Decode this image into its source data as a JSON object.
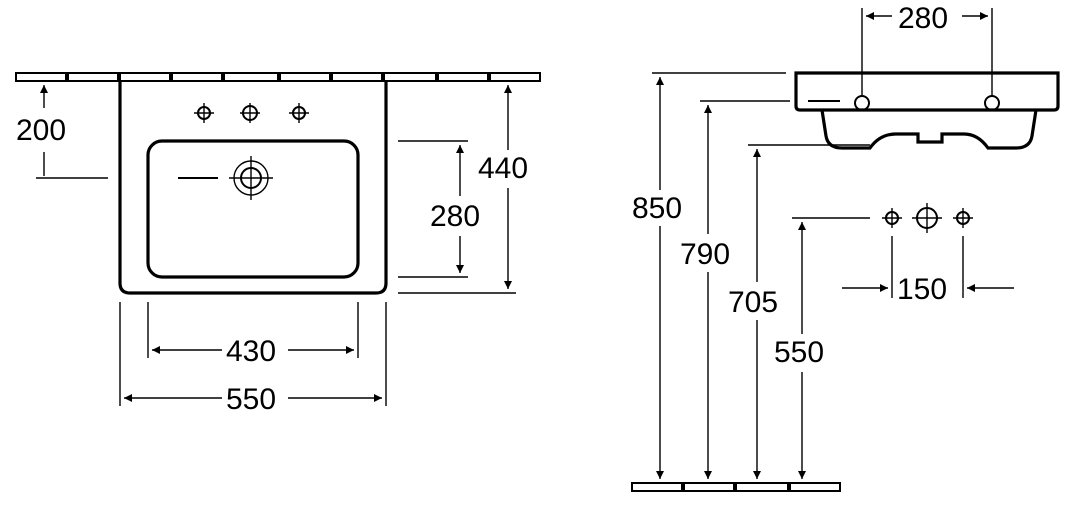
{
  "front_view": {
    "top_offset": "200",
    "overall_depth": "440",
    "bowl_depth": "280",
    "bowl_width": "430",
    "overall_width": "550"
  },
  "side_view": {
    "tap_hole_spacing": "280",
    "rim_height": "850",
    "underside_height": "790",
    "base_height": "705",
    "waste_height": "550",
    "hole_spacing": "150"
  }
}
